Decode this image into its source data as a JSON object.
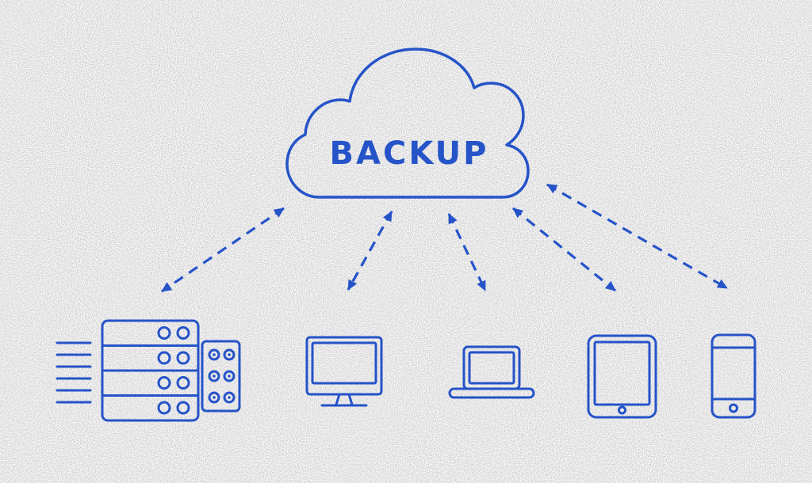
{
  "colors": {
    "line": "#2553C8",
    "background": "#FFFFFF"
  },
  "cloud": {
    "label": "BACKUP",
    "icon": "cloud-icon"
  },
  "devices": [
    {
      "id": "server-rack",
      "icon": "server-rack-icon"
    },
    {
      "id": "desktop-monitor",
      "icon": "desktop-monitor-icon"
    },
    {
      "id": "laptop",
      "icon": "laptop-icon"
    },
    {
      "id": "tablet",
      "icon": "tablet-icon"
    },
    {
      "id": "smartphone",
      "icon": "smartphone-icon"
    }
  ],
  "connections": [
    {
      "from": "cloud",
      "to": "server-rack",
      "style": "dashed",
      "bidirectional": true
    },
    {
      "from": "cloud",
      "to": "desktop-monitor",
      "style": "dashed",
      "bidirectional": true
    },
    {
      "from": "cloud",
      "to": "laptop",
      "style": "dashed",
      "bidirectional": true
    },
    {
      "from": "cloud",
      "to": "tablet",
      "style": "dashed",
      "bidirectional": true
    },
    {
      "from": "cloud",
      "to": "smartphone",
      "style": "dashed",
      "bidirectional": true
    }
  ]
}
